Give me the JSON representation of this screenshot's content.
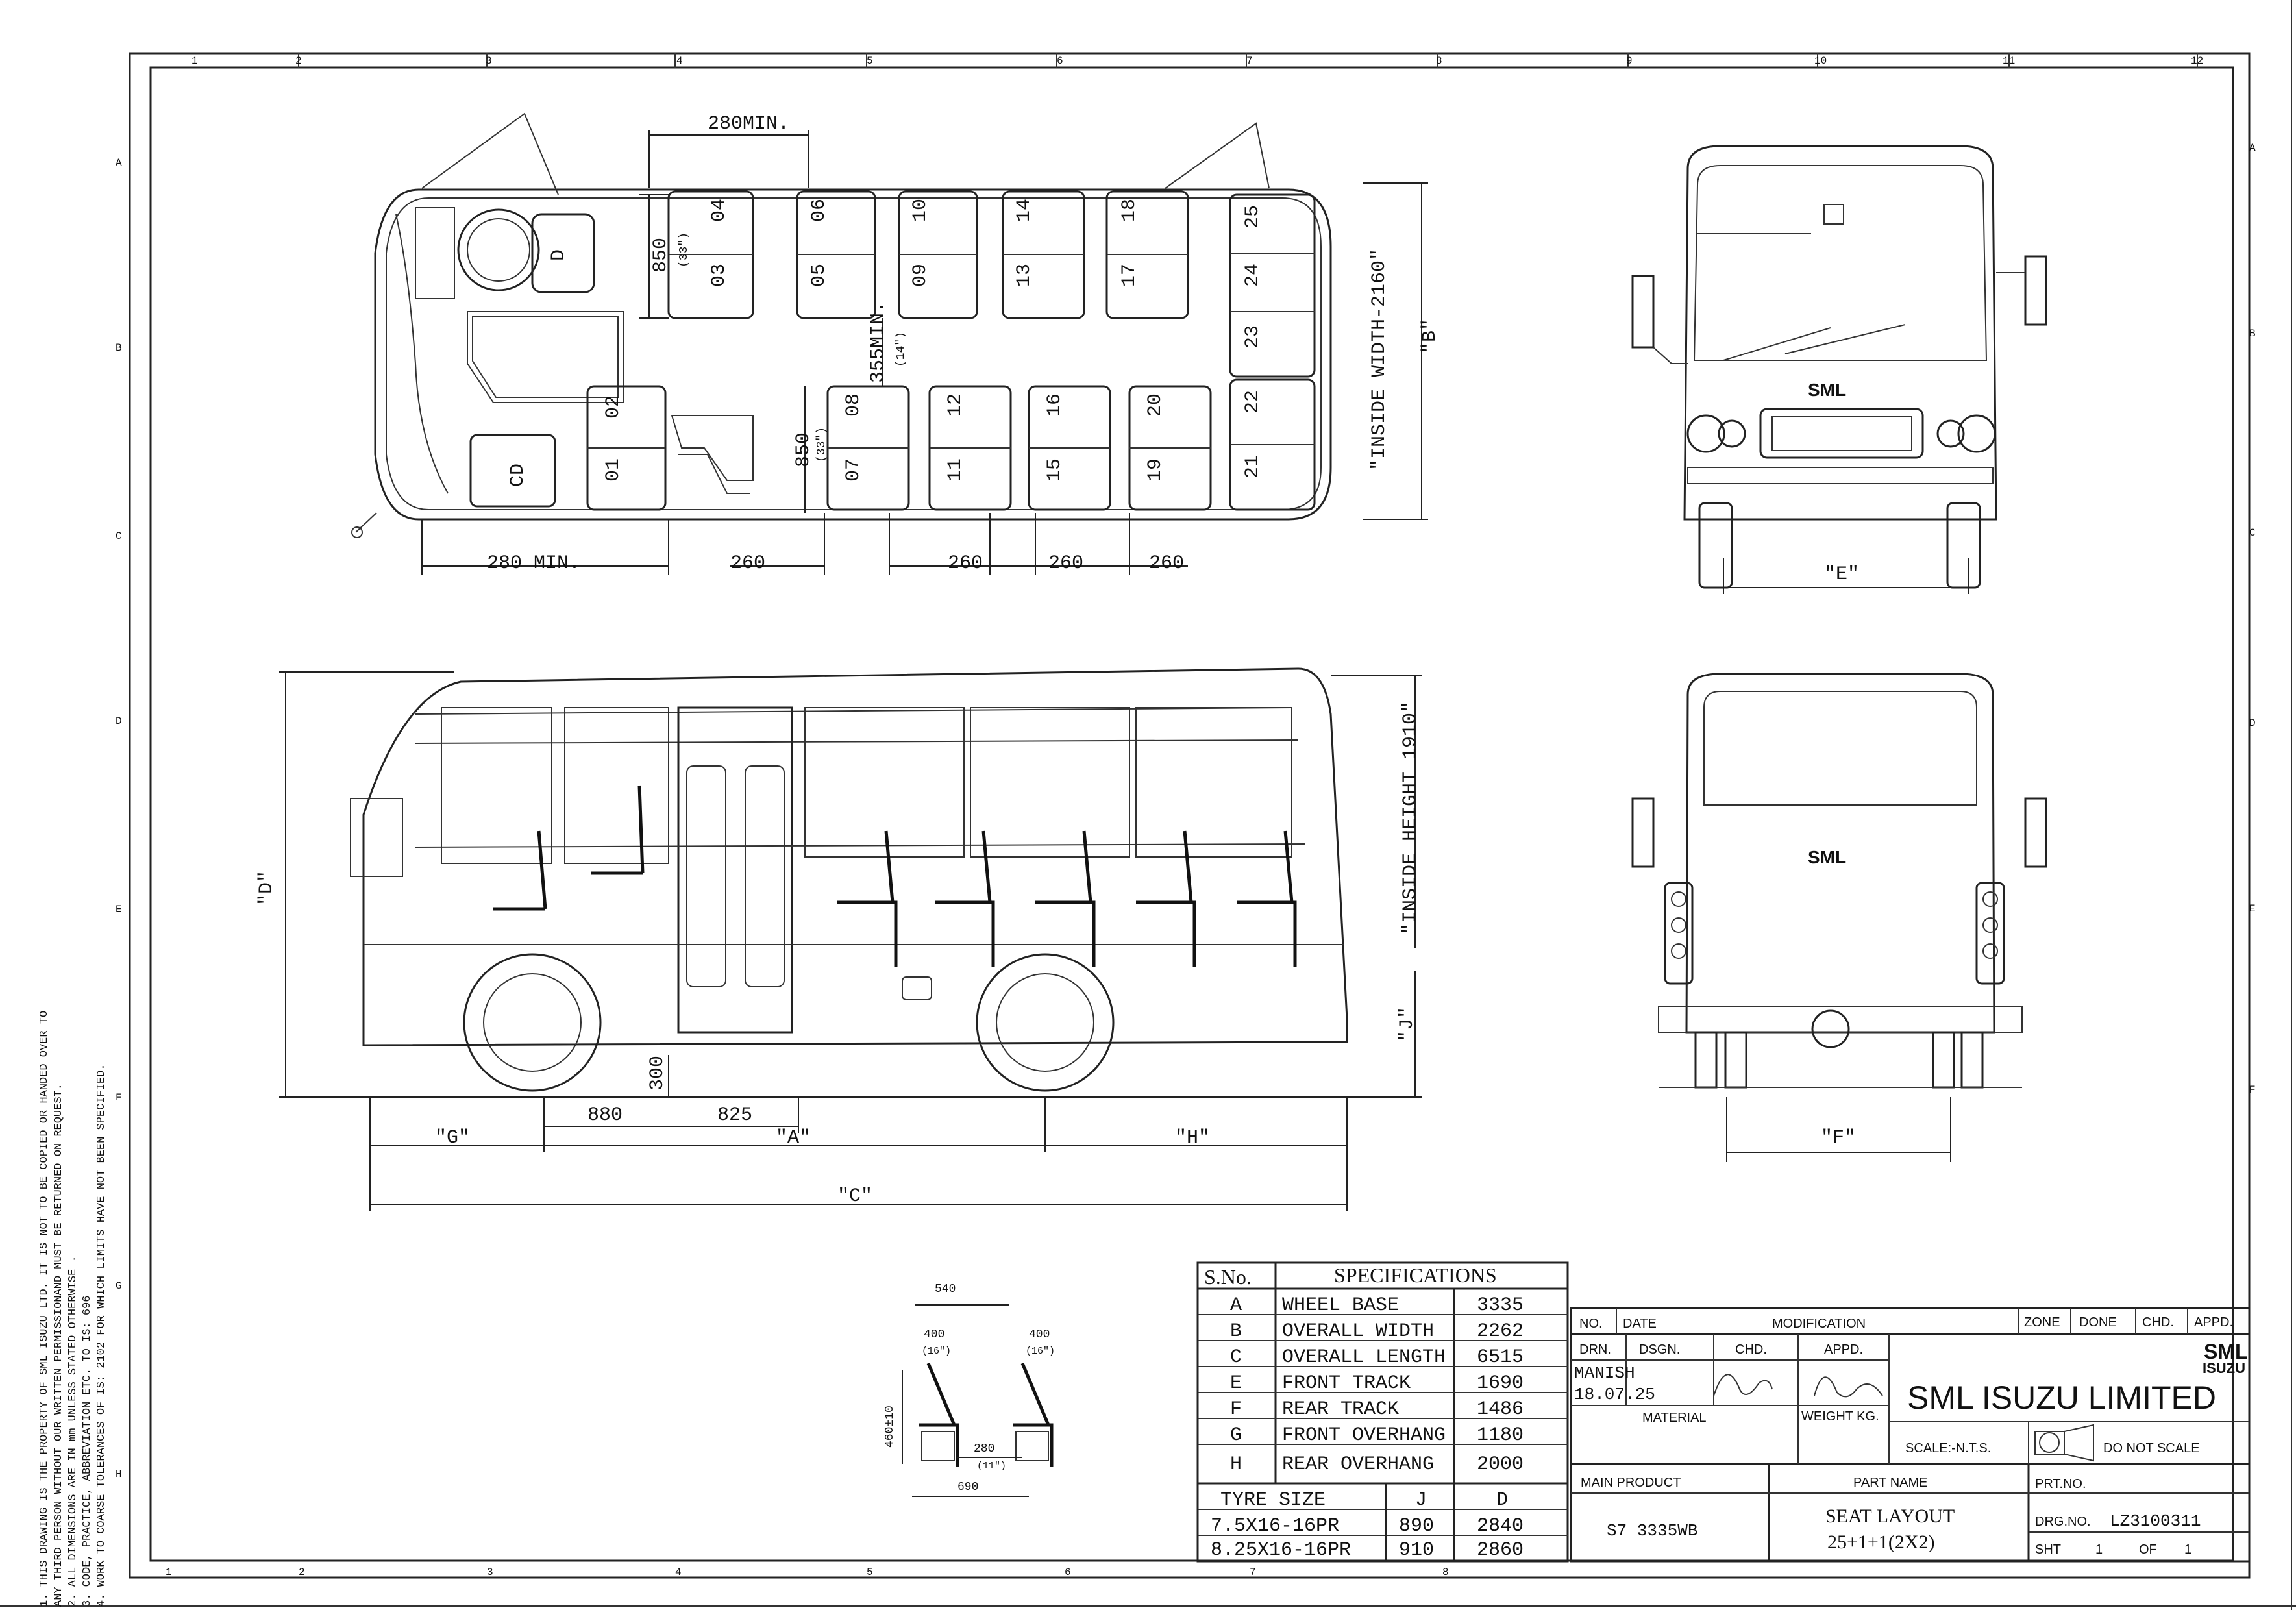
{
  "border": {
    "top_numbers": [
      "1",
      "2",
      "3",
      "4",
      "5",
      "6",
      "7",
      "8",
      "9",
      "10",
      "11",
      "12"
    ],
    "bottom_numbers": [
      "1",
      "2",
      "3",
      "4",
      "5",
      "6",
      "7",
      "8"
    ],
    "left_letters": [
      "A",
      "B",
      "C",
      "D",
      "E",
      "F",
      "G",
      "H"
    ],
    "right_letters": [
      "A",
      "B",
      "C",
      "D",
      "E",
      "F"
    ]
  },
  "notes": [
    "1. THIS DRAWING IS THE PROPERTY OF SML ISUZU LTD. IT IS NOT TO BE COPIED OR HANDED OVER TO",
    "   ANY THIRD PERSON WITHOUT OUR WRITTEN PERMISSIONAND MUST BE RETURNED ON REQUEST.",
    "2. ALL DIMENSIONS ARE IN mm UNLESS STATED OTHERWISE .",
    "3. CODE, PRACTICE, ABBREVIATION ETC. TO IS: 696",
    "4. WORK TO COARSE TOLERANCES OF IS: 2102 FOR WHICH LIMITS HAVE NOT BEEN SPECIFIED."
  ],
  "plan": {
    "dim_280_top": "280MIN.",
    "dim_280_left": "280 MIN.",
    "dim_850a": "850",
    "dim_850a_in": "(33\")",
    "dim_850b": "850",
    "dim_850b_in": "(33\")",
    "dim_355": "355MIN.",
    "dim_355_in": "(14\")",
    "pitch": [
      "260",
      "260",
      "260",
      "260"
    ],
    "inside_width": "\"INSIDE WIDTH-2160\"",
    "label_b": "\"B\"",
    "driver": "D",
    "conductor": "CD",
    "seats_top": [
      "04",
      "03",
      "06",
      "05",
      "10",
      "09",
      "14",
      "13",
      "18",
      "17",
      "25",
      "24",
      "23"
    ],
    "seats_bottom": [
      "02",
      "01",
      "08",
      "07",
      "12",
      "11",
      "16",
      "15",
      "20",
      "19",
      "22",
      "21"
    ]
  },
  "front_view": {
    "label_e": "\"E\"",
    "logo": "SML"
  },
  "rear_view": {
    "label_f": "\"F\"",
    "logo": "SML"
  },
  "side_view": {
    "label_d": "\"D\"",
    "label_j": "\"J\"",
    "inside_height": "\"INSIDE HEIGHT 1910\"",
    "dim_300": "300",
    "dim_880": "880",
    "dim_825": "825",
    "label_g": "\"G\"",
    "label_a": "\"A\"",
    "label_h": "\"H\"",
    "label_c": "\"C\""
  },
  "seat_detail": {
    "w540": "540",
    "s400a": "400",
    "s400a_in": "(16\")",
    "s400b": "400",
    "s400b_in": "(16\")",
    "h460": "460±10",
    "p280": "280",
    "p280_in": "(11\")",
    "w690": "690"
  },
  "specs": {
    "header_sno": "S.No.",
    "header_spec": "SPECIFICATIONS",
    "rows": [
      {
        "code": "A",
        "name": "WHEEL BASE",
        "value": "3335"
      },
      {
        "code": "B",
        "name": "OVERALL WIDTH",
        "value": "2262"
      },
      {
        "code": "C",
        "name": "OVERALL LENGTH",
        "value": "6515"
      },
      {
        "code": "E",
        "name": "FRONT TRACK",
        "value": "1690"
      },
      {
        "code": "F",
        "name": "REAR TRACK",
        "value": "1486"
      },
      {
        "code": "G",
        "name": "FRONT OVERHANG",
        "value": "1180"
      },
      {
        "code": "H",
        "name": "REAR OVERHANG",
        "value": "2000"
      }
    ],
    "tyre_header": "TYRE SIZE",
    "j_header": "J",
    "d_header": "D",
    "tyres": [
      {
        "size": "7.5X16-16PR",
        "j": "890",
        "d": "2840"
      },
      {
        "size": "8.25X16-16PR",
        "j": "910",
        "d": "2860"
      }
    ]
  },
  "title_block": {
    "no": "NO.",
    "date": "DATE",
    "modification": "MODIFICATION",
    "zone": "ZONE",
    "done": "DONE",
    "chd": "CHD.",
    "appd": "APPD.",
    "drn": "DRN.",
    "dsgn": "DSGN.",
    "chd2": "CHD.",
    "appd2": "APPD.",
    "drn_name": "MANISH",
    "drn_date": "18.07.25",
    "material": "MATERIAL",
    "weight": "WEIGHT KG.",
    "company": "SML ISUZU LIMITED",
    "logo_top": "SML",
    "logo_bottom": "ISUZU",
    "scale": "SCALE:-N.T.S.",
    "do_not_scale": "DO NOT SCALE",
    "main_product": "MAIN PRODUCT",
    "main_product_val": "S7 3335WB",
    "part_name": "PART NAME",
    "part_name_val1": "SEAT LAYOUT",
    "part_name_val2": "25+1+1(2X2)",
    "prt_no": "PRT.NO.",
    "drg_no": "DRG.NO.",
    "drg_no_val": "LZ3100311",
    "sht": "SHT",
    "sht_val": "1",
    "of": "OF",
    "of_val": "1"
  }
}
